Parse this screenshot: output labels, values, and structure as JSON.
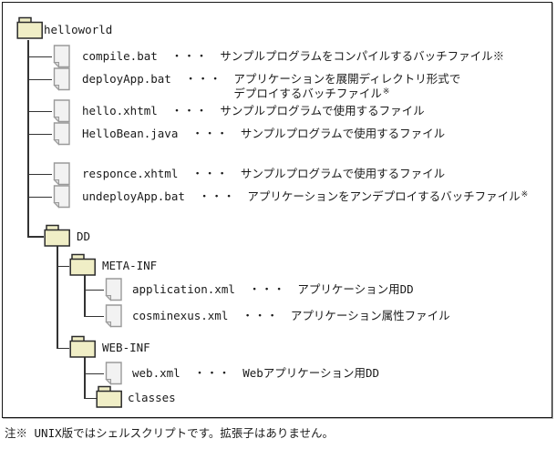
{
  "tree": {
    "root": {
      "label": "helloworld"
    },
    "compile": {
      "label": "compile.bat",
      "sep": "・・・",
      "desc": "サンプルプログラムをコンパイルするバッチファイル※"
    },
    "deploy": {
      "label": "deployApp.bat",
      "sep": "・・・",
      "desc1": "アプリケーションを展開ディレクトリ形式で",
      "desc2": "デプロイするバッチファイル",
      "sup": "※"
    },
    "hello": {
      "label": "hello.xhtml",
      "sep": "・・・",
      "desc": "サンプルプログラムで使用するファイル"
    },
    "hellobean": {
      "label": "HelloBean.java",
      "sep": "・・・",
      "desc": "サンプルプログラムで使用するファイル"
    },
    "responce": {
      "label": "responce.xhtml",
      "sep": "・・・",
      "desc": "サンプルプログラムで使用するファイル"
    },
    "undeploy": {
      "label": "undeployApp.bat",
      "sep": "・・・",
      "desc": "アプリケーションをアンデプロイするバッチファイル",
      "sup": "※"
    },
    "dd": {
      "label": "DD"
    },
    "metainf": {
      "label": "META-INF"
    },
    "application": {
      "label": "application.xml",
      "sep": "・・・",
      "desc": "アプリケーション用DD"
    },
    "cosminexus": {
      "label": "cosminexus.xml",
      "sep": "・・・",
      "desc": "アプリケーション属性ファイル"
    },
    "webinf": {
      "label": "WEB-INF"
    },
    "webxml": {
      "label": "web.xml",
      "sep": "・・・",
      "desc": "Webアプリケーション用DD"
    },
    "classes": {
      "label": "classes"
    }
  },
  "footnote": "注※ UNIX版ではシェルスクリプトです。拡張子はありません。",
  "icons": {
    "folder": "folder-icon",
    "file": "file-icon"
  },
  "colors": {
    "folder_fill": "#f0eec6",
    "file_fill": "#f2f2f2",
    "file_fold": "#d9d9d9",
    "line": "#333333",
    "border": "#151515"
  }
}
